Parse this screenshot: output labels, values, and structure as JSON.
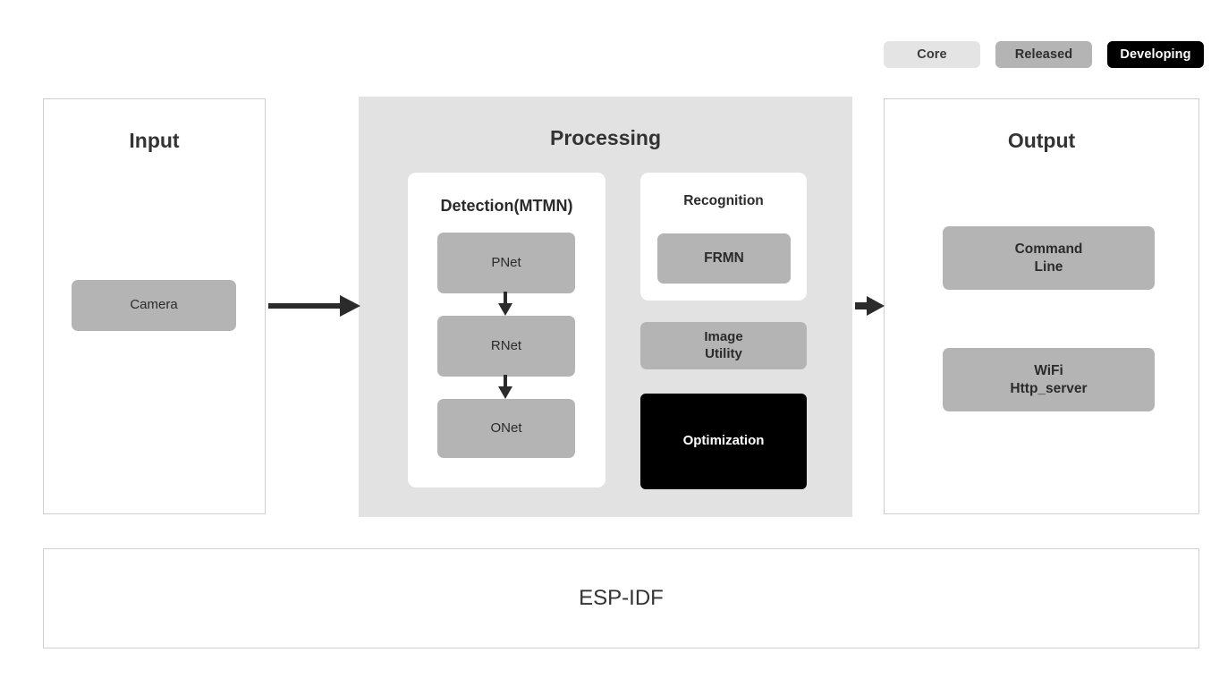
{
  "legend": {
    "items": [
      {
        "label": "Core",
        "color": "#e4e4e4",
        "text_color": "#3a3a3a"
      },
      {
        "label": "Released",
        "color": "#b4b4b4",
        "text_color": "#2e2e2e"
      },
      {
        "label": "Developing",
        "color": "#000000",
        "text_color": "#ffffff"
      }
    ]
  },
  "input": {
    "title": "Input",
    "boxes": [
      {
        "label": "Camera",
        "status": "Released",
        "color": "#b4b4b4"
      }
    ]
  },
  "processing": {
    "title": "Processing",
    "detection": {
      "title": "Detection(MTMN)",
      "stages": [
        {
          "label": "PNet",
          "status": "Released",
          "color": "#b4b4b4"
        },
        {
          "label": "RNet",
          "status": "Released",
          "color": "#b4b4b4"
        },
        {
          "label": "ONet",
          "status": "Released",
          "color": "#b4b4b4"
        }
      ]
    },
    "recognition": {
      "title": "Recognition",
      "boxes": [
        {
          "label": "FRMN",
          "status": "Released",
          "color": "#b4b4b4"
        }
      ]
    },
    "extras": [
      {
        "label": "Image\nUtility",
        "line1": "Image",
        "line2": "Utility",
        "status": "Released",
        "color": "#b4b4b4"
      },
      {
        "label": "Optimization",
        "status": "Developing",
        "color": "#000000"
      }
    ]
  },
  "output": {
    "title": "Output",
    "boxes": [
      {
        "line1": "Command",
        "line2": "Line",
        "status": "Released",
        "color": "#b4b4b4"
      },
      {
        "line1": "WiFi",
        "line2": "Http_server",
        "status": "Released",
        "color": "#b4b4b4"
      }
    ]
  },
  "foundation": {
    "label": "ESP-IDF"
  },
  "colors": {
    "panel_border": "#cfcfcf",
    "processing_fill": "#e2e2e2",
    "arrow": "#2b2b2b",
    "title_text": "#333333"
  }
}
